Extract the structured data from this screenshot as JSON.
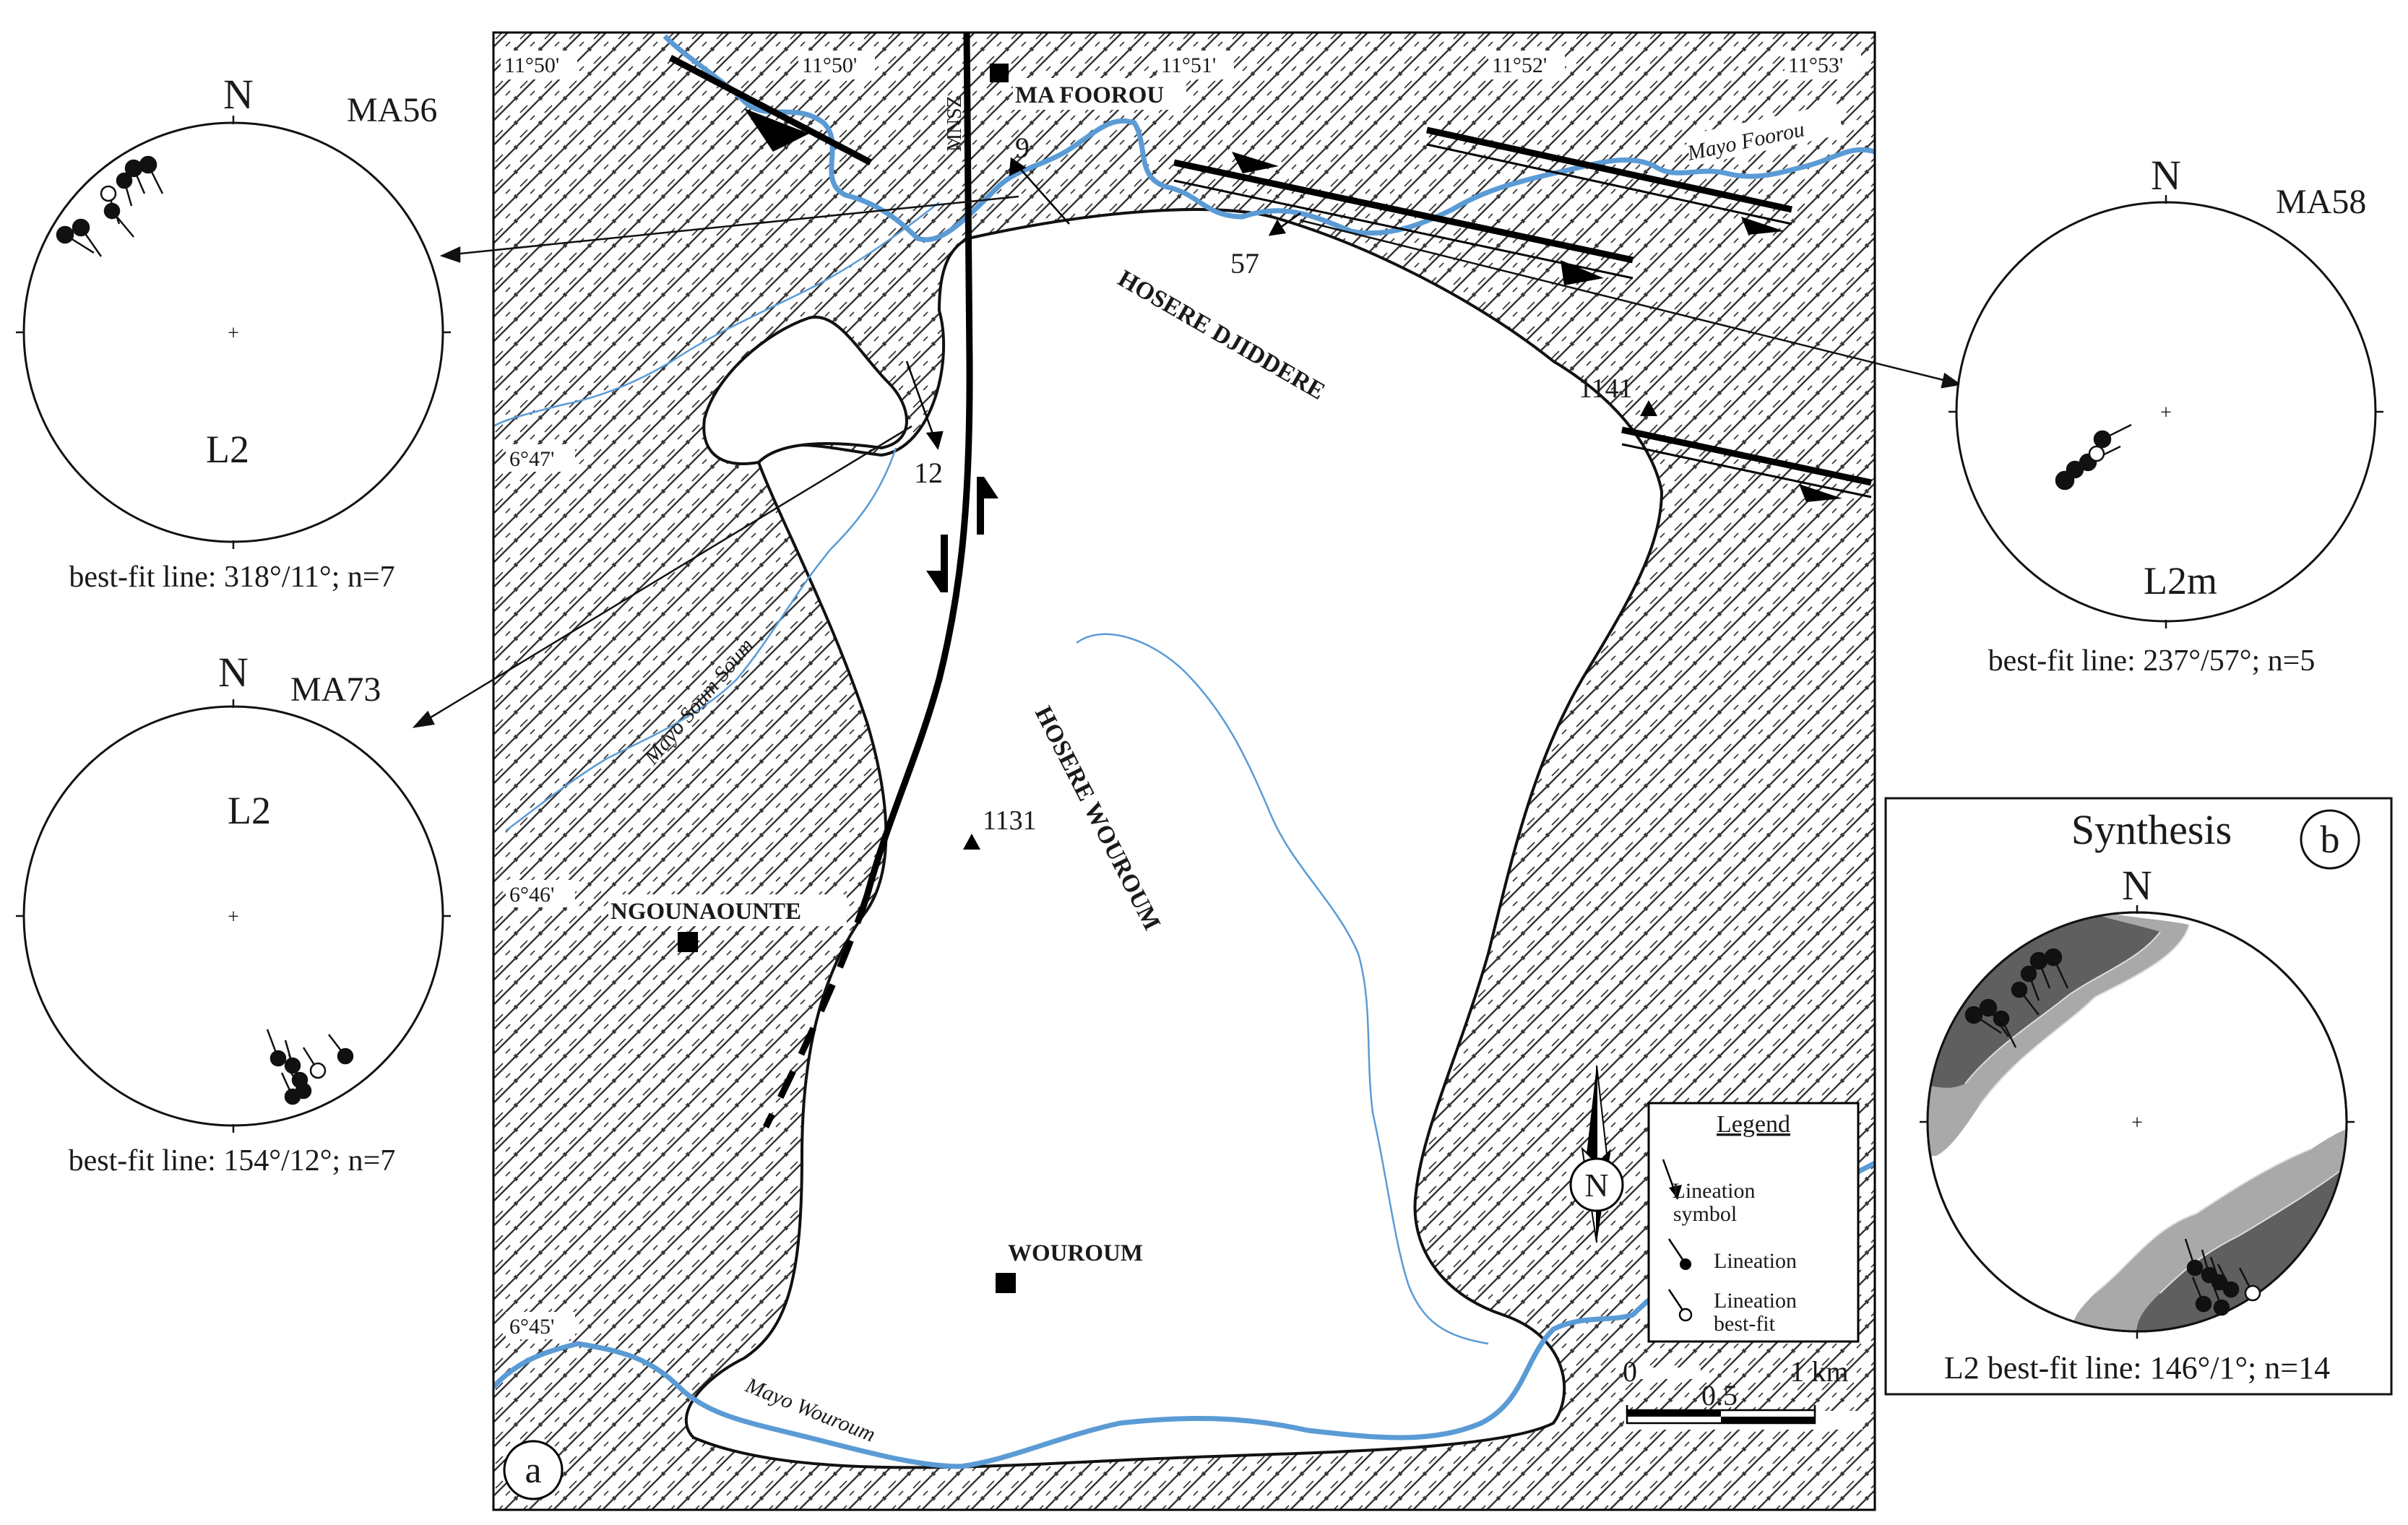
{
  "map": {
    "coords_top": [
      "11°50'",
      "11°50'",
      "11°51'",
      "11°52'",
      "11°53'"
    ],
    "coords_left": [
      "6°47'",
      "6°46'",
      "6°45'"
    ],
    "places": {
      "ma_foorou": "MA FOOROU",
      "ngounaounte": "NGOUNAOUNTE",
      "wouroum": "WOUROUM",
      "hosere_djiddere": "HOSERE DJIDDERE",
      "hosere_wouroum": "HOSERE WOUROUM"
    },
    "rivers": {
      "mayo_foorou": "Mayo Foorou",
      "mayo_soum_soum": "Mayo Soum Soum",
      "mayo_wouroum": "Mayo Wouroum"
    },
    "shear_zone": "MNSZ",
    "elevations": [
      "1141",
      "1131"
    ],
    "plunges": [
      "9",
      "57",
      "12"
    ],
    "panel_label": "a",
    "north": "N",
    "scale": {
      "ticks": [
        "0",
        "0.5",
        "1 km"
      ]
    },
    "legend": {
      "title": "Legend",
      "items": [
        "Lineation symbol",
        "Lineation",
        "Lineation best-fit"
      ]
    },
    "colors": {
      "river": "#5b9bd5",
      "hatch": "#333333"
    }
  },
  "stereonets": [
    {
      "id": "MA56",
      "north": "N",
      "label": "L2",
      "label_sub": "",
      "caption": "best-fit line: 318°/11°; n=7"
    },
    {
      "id": "MA73",
      "north": "N",
      "label": "L2",
      "label_sub": "",
      "caption": "best-fit line: 154°/12°; n=7"
    },
    {
      "id": "MA58",
      "north": "N",
      "label": "L2m",
      "label_sub": "",
      "caption": "best-fit line: 237°/57°; n=5"
    }
  ],
  "synthesis": {
    "title": "Synthesis",
    "panel_label": "b",
    "north": "N",
    "caption": "L2 best-fit line: 146°/1°; n=14",
    "colors": {
      "dark": "#5f5f5f",
      "light": "#a9a9a9"
    }
  }
}
